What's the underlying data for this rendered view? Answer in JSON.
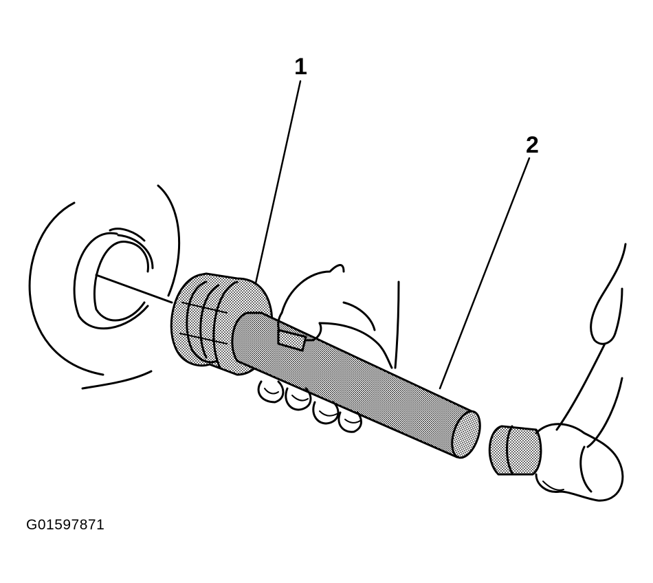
{
  "callouts": [
    {
      "id": "1",
      "label": "1"
    },
    {
      "id": "2",
      "label": "2"
    }
  ],
  "figure_id": "G01597871",
  "colors": {
    "ink": "#000000",
    "background": "#ffffff",
    "stipple": "#7a7a7a"
  },
  "icons": [
    "seal-installer-tool-icon",
    "driver-handle-icon",
    "hand-icon",
    "hammer-icon",
    "seal-bore-icon"
  ]
}
